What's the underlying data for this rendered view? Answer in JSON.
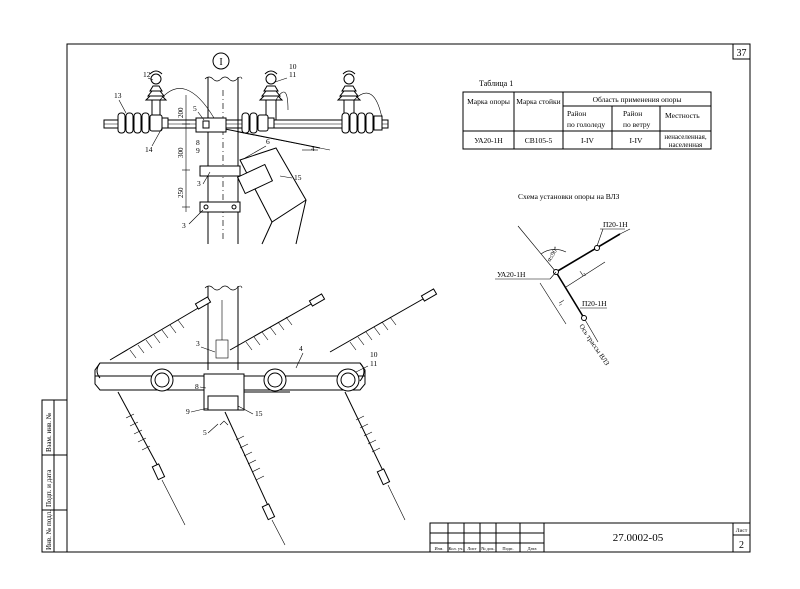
{
  "sheet": {
    "number": "37",
    "doc_code": "27.0002-05",
    "sheet_label": "Лист",
    "sheet_num": "2",
    "stamp_headers": [
      "Изм.",
      "Кол. уч.",
      "Лист",
      "№ док.",
      "Подп.",
      "Дата"
    ],
    "side_stamp": [
      "Инв. № подл.",
      "Подп. и дата",
      "Взам. инв. №"
    ]
  },
  "section_mark": "I",
  "table": {
    "title": "Таблица 1",
    "col1": "Марка опоры",
    "col2": "Марка стойки",
    "group": "Область применения опоры",
    "sub1a": "Район",
    "sub1b": "по гололеду",
    "sub2a": "Район",
    "sub2b": "по ветру",
    "sub3": "Местность",
    "row": {
      "c1": "УА20-1Н",
      "c2": "СВ105-5",
      "c3": "I-IV",
      "c4": "I-IV",
      "c5a": "ненаселенная,",
      "c5b": "населенная"
    }
  },
  "scheme": {
    "title": "Схема установки опоры на ВЛЗ",
    "p1": "П20-1Н",
    "p2": "П20-1Н",
    "ua": "УА20-1Н",
    "angle": "α≤90°",
    "l1": "l₁",
    "l2": "l₂",
    "axis": "Ось трассы ВЛЗ"
  },
  "top_view": {
    "callouts": [
      "12",
      "10",
      "11",
      "13",
      "14",
      "5",
      "8",
      "9",
      "6",
      "4",
      "3",
      "15",
      "3"
    ],
    "dims": [
      "200",
      "300",
      "250"
    ]
  },
  "bottom_view": {
    "callouts": [
      "3",
      "4",
      "10",
      "11",
      "8",
      "9",
      "15",
      "5"
    ]
  }
}
